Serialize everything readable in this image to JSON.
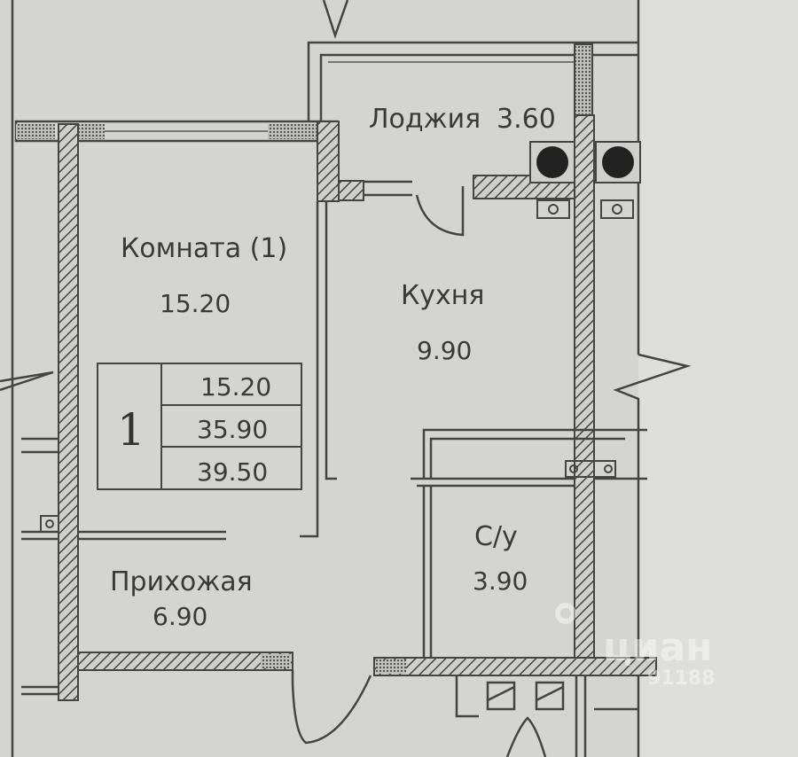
{
  "rooms": {
    "room": {
      "name": "Комната (1)",
      "area": "15.20"
    },
    "kitchen": {
      "name": "Кухня",
      "area": "9.90"
    },
    "loggia": {
      "name": "Лоджия",
      "area": "3.60"
    },
    "bathroom": {
      "name": "С/у",
      "area": "3.90"
    },
    "hallway": {
      "name": "Прихожая",
      "area": "6.90"
    }
  },
  "summary": {
    "rooms_count": "1",
    "living_area": "15.20",
    "total_area": "35.90",
    "total_with_loggia": "39.50"
  },
  "watermark": {
    "brand": "циан",
    "phone_fragment": "91188"
  },
  "colors": {
    "paper": "#d6d6d3",
    "ink": "#3a3a3a"
  }
}
